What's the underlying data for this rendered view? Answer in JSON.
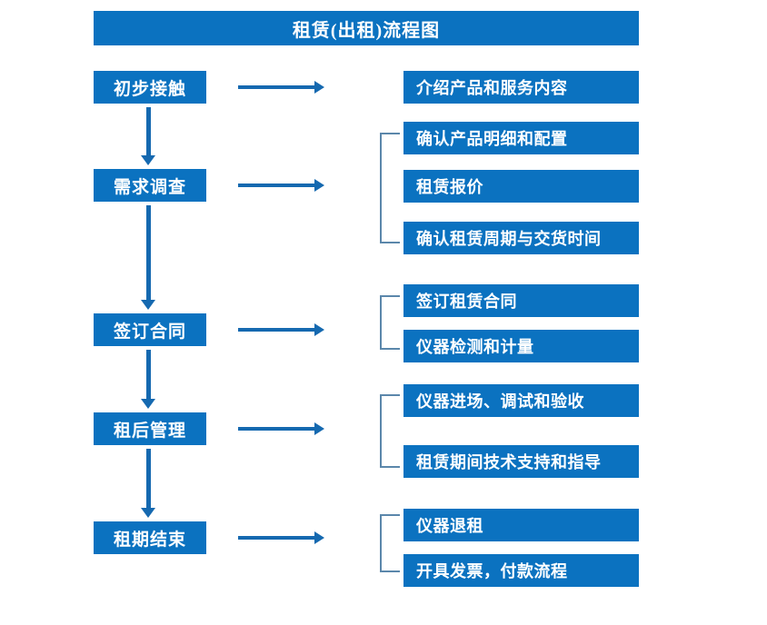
{
  "title": "租赁(出租)流程图",
  "colors": {
    "box_fill": "#0b72c0",
    "box_text": "#ffffff",
    "arrow": "#1569b0",
    "bracket": "#5b87ab",
    "background": "#ffffff"
  },
  "stages": [
    {
      "label": "初步接触"
    },
    {
      "label": "需求调查"
    },
    {
      "label": "签订合同"
    },
    {
      "label": "租后管理"
    },
    {
      "label": "租期结束"
    }
  ],
  "details": [
    {
      "label": "介绍产品和服务内容"
    },
    {
      "label": "确认产品明细和配置"
    },
    {
      "label": "租赁报价"
    },
    {
      "label": "确认租赁周期与交货时间"
    },
    {
      "label": "签订租赁合同"
    },
    {
      "label": "仪器检测和计量"
    },
    {
      "label": "仪器进场、调试和验收"
    },
    {
      "label": "租赁期间技术支持和指导"
    },
    {
      "label": "仪器退租"
    },
    {
      "label": "开具发票，付款流程"
    }
  ],
  "groups": [
    {
      "stage": "需求调查",
      "members": [
        "确认产品明细和配置",
        "租赁报价",
        "确认租赁周期与交货时间"
      ]
    },
    {
      "stage": "签订合同",
      "members": [
        "签订租赁合同",
        "仪器检测和计量"
      ]
    },
    {
      "stage": "租后管理",
      "members": [
        "仪器进场、调试和验收",
        "租赁期间技术支持和指导"
      ]
    },
    {
      "stage": "租期结束",
      "members": [
        "仪器退租",
        "开具发票，付款流程"
      ]
    }
  ],
  "flow_connections": [
    {
      "from": "初步接触",
      "to": "需求调查"
    },
    {
      "from": "需求调查",
      "to": "签订合同"
    },
    {
      "from": "签订合同",
      "to": "租后管理"
    },
    {
      "from": "租后管理",
      "to": "租期结束"
    }
  ]
}
